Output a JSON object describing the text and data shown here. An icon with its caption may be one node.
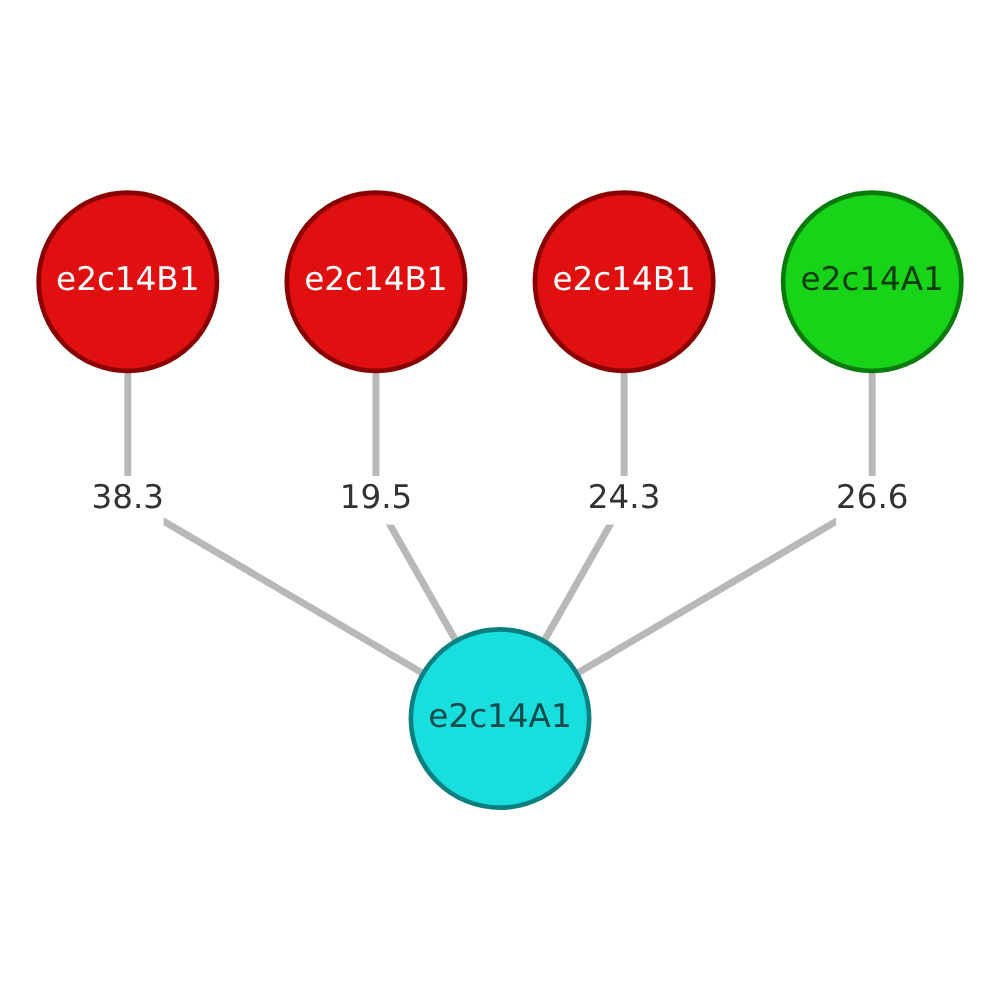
{
  "diagram": {
    "nodes": [
      {
        "text": [
          "e2c14B1"
        ]
      },
      {
        "text": [
          "e2c14B1"
        ]
      },
      {
        "text": [
          "e2c14B1"
        ]
      },
      {
        "text": [
          "e2c14A1"
        ]
      },
      {
        "text": [
          "e2c14A1"
        ]
      }
    ],
    "edges": [
      {
        "from": 0,
        "to": 4,
        "arrow": "none",
        "label": "38.3"
      },
      {
        "from": 1,
        "to": 4,
        "arrow": "none",
        "label": "19.5"
      },
      {
        "from": 2,
        "to": 4,
        "arrow": "none",
        "label": "24.3"
      },
      {
        "from": 3,
        "to": 4,
        "arrow": "none",
        "label": "26.6"
      }
    ]
  }
}
